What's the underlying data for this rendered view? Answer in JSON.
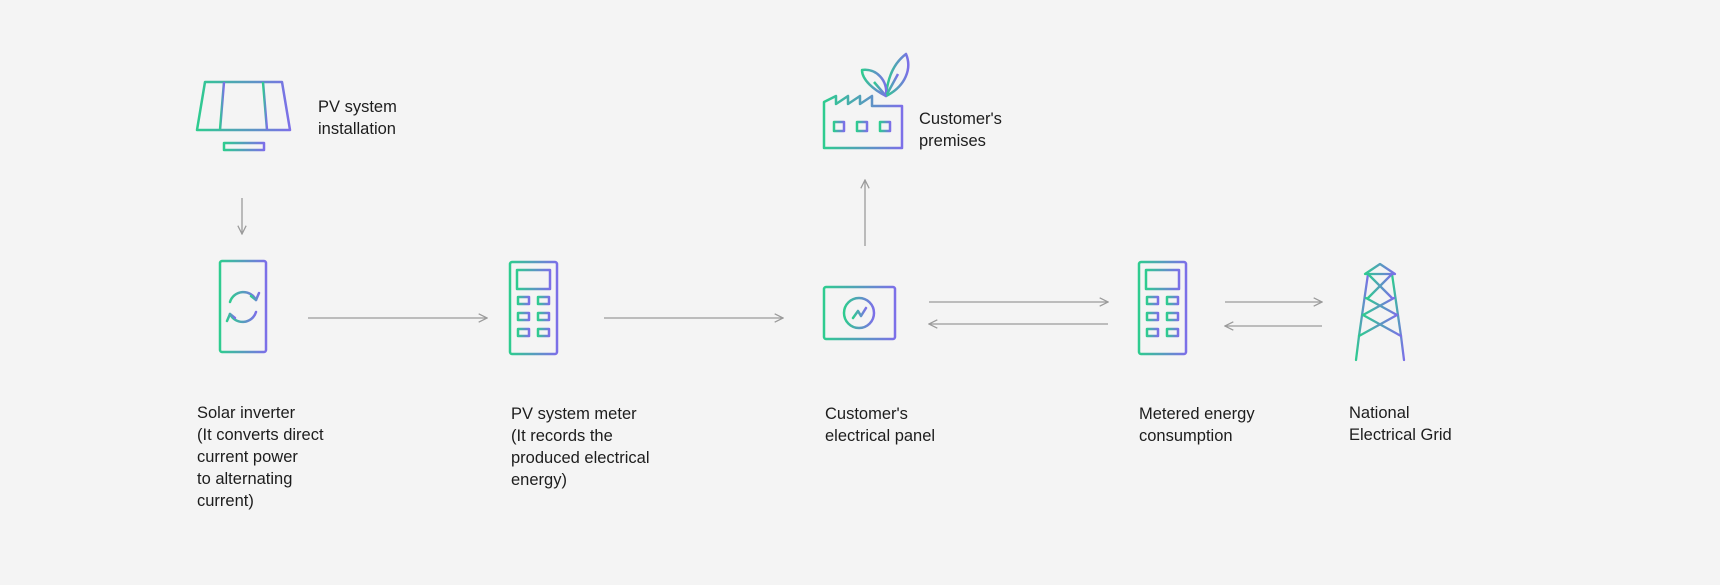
{
  "colors": {
    "gradient_start": "#2ecc8f",
    "gradient_end": "#7c6fe8",
    "arrow": "#9a9a9a",
    "text": "#1d1d1d",
    "background": "#f4f4f4"
  },
  "nodes": {
    "pv_installation": {
      "icon": "solar-panel-icon",
      "label": [
        "PV system",
        "installation"
      ]
    },
    "customer_premises": {
      "icon": "factory-leaf-icon",
      "label": [
        "Customer's",
        "premises"
      ]
    },
    "solar_inverter": {
      "icon": "inverter-icon",
      "label": [
        "Solar inverter",
        "(It converts direct",
        "current power",
        "to alternating",
        "current)"
      ]
    },
    "pv_meter": {
      "icon": "meter-icon",
      "label": [
        "PV system meter",
        "(It records the",
        "produced electrical",
        "energy)"
      ]
    },
    "electrical_panel": {
      "icon": "electrical-panel-icon",
      "label": [
        "Customer's",
        "electrical panel"
      ]
    },
    "metered_consumption": {
      "icon": "meter-icon",
      "label": [
        "Metered energy",
        "consumption"
      ]
    },
    "national_grid": {
      "icon": "power-tower-icon",
      "label": [
        "National",
        "Electrical Grid"
      ]
    }
  },
  "connections": [
    {
      "from": "pv_installation",
      "to": "solar_inverter",
      "direction": "one-way"
    },
    {
      "from": "solar_inverter",
      "to": "pv_meter",
      "direction": "one-way"
    },
    {
      "from": "pv_meter",
      "to": "electrical_panel",
      "direction": "one-way"
    },
    {
      "from": "electrical_panel",
      "to": "customer_premises",
      "direction": "one-way"
    },
    {
      "from": "electrical_panel",
      "to": "metered_consumption",
      "direction": "two-way"
    },
    {
      "from": "metered_consumption",
      "to": "national_grid",
      "direction": "two-way"
    }
  ]
}
